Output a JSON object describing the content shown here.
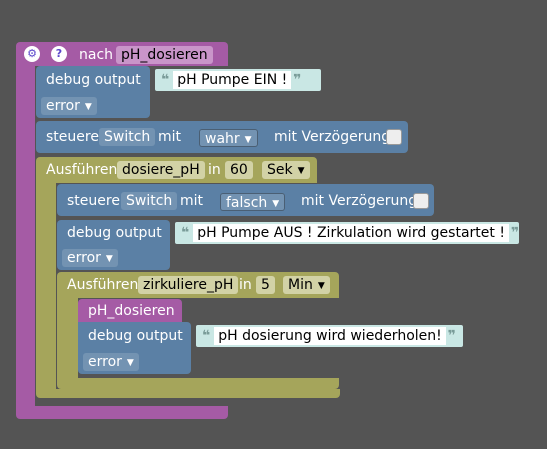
{
  "colors": {
    "background": "#545454",
    "function_block": "#a55ba5",
    "action_block": "#5b80a5",
    "timer_block": "#a5a55b",
    "string_box": "#c9e7e4"
  },
  "icons": {
    "gear": "gear-icon",
    "help": "help-icon"
  },
  "function": {
    "prefix": "nach",
    "name": "pH_dosieren"
  },
  "debug1": {
    "label": "debug output",
    "text": "pH Pumpe EIN !",
    "level": "error"
  },
  "control1": {
    "label": "steuere",
    "target": "Switch",
    "with": "mit",
    "value": "wahr",
    "delay_label": "mit Verzögerung"
  },
  "timer1": {
    "label": "Ausführen",
    "name": "dosiere_pH",
    "in": "in",
    "amount": "60",
    "unit": "Sek"
  },
  "control2": {
    "label": "steuere",
    "target": "Switch",
    "with": "mit",
    "value": "falsch",
    "delay_label": "mit Verzögerung"
  },
  "debug2": {
    "label": "debug output",
    "text": "pH Pumpe AUS ! Zirkulation wird gestartet !",
    "level": "error"
  },
  "timer2": {
    "label": "Ausführen",
    "name": "zirkuliere_pH",
    "in": "in",
    "amount": "5",
    "unit": "Min"
  },
  "call": {
    "name": "pH_dosieren"
  },
  "debug3": {
    "label": "debug output",
    "text": "pH dosierung wird wiederholen!",
    "level": "error"
  }
}
